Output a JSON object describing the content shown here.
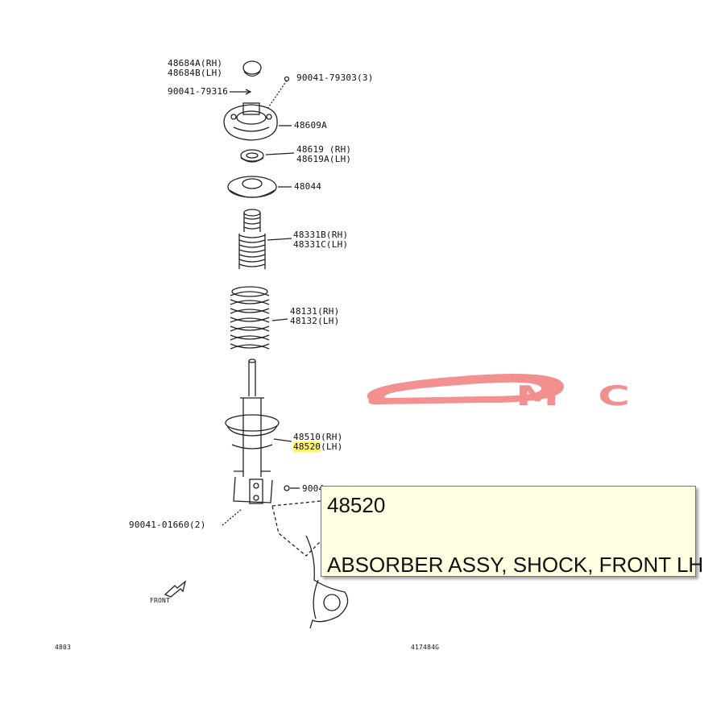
{
  "watermark": {
    "text": "MC",
    "color": "#f28a8a"
  },
  "labels": [
    {
      "id": "48684A",
      "line1": "48684A(RH)",
      "line2": "48684B(LH)"
    },
    {
      "id": "90041-79303",
      "line1": "90041-79303(3)"
    },
    {
      "id": "90041-79316",
      "line1": "90041-79316"
    },
    {
      "id": "48609A",
      "line1": "48609A"
    },
    {
      "id": "48619",
      "line1": "48619 (RH)",
      "line2": "48619A(LH)"
    },
    {
      "id": "48044",
      "line1": "48044"
    },
    {
      "id": "48331B",
      "line1": "48331B(RH)",
      "line2": "48331C(LH)"
    },
    {
      "id": "48131",
      "line1": "48131(RH)",
      "line2": "48132(LH)"
    },
    {
      "id": "48510",
      "line1": "48510(RH)",
      "line2_code": "48520",
      "line2_suffix": "(LH)"
    },
    {
      "id": "9004",
      "line1": "9004"
    },
    {
      "id": "90041-01660",
      "line1": "90041-01660(2)"
    }
  ],
  "front_label": "FRONT",
  "footer_left": "4803",
  "footer_mid": "417484G",
  "tooltip": {
    "code": "48520",
    "description": "ABSORBER ASSY, SHOCK, FRONT LH"
  }
}
